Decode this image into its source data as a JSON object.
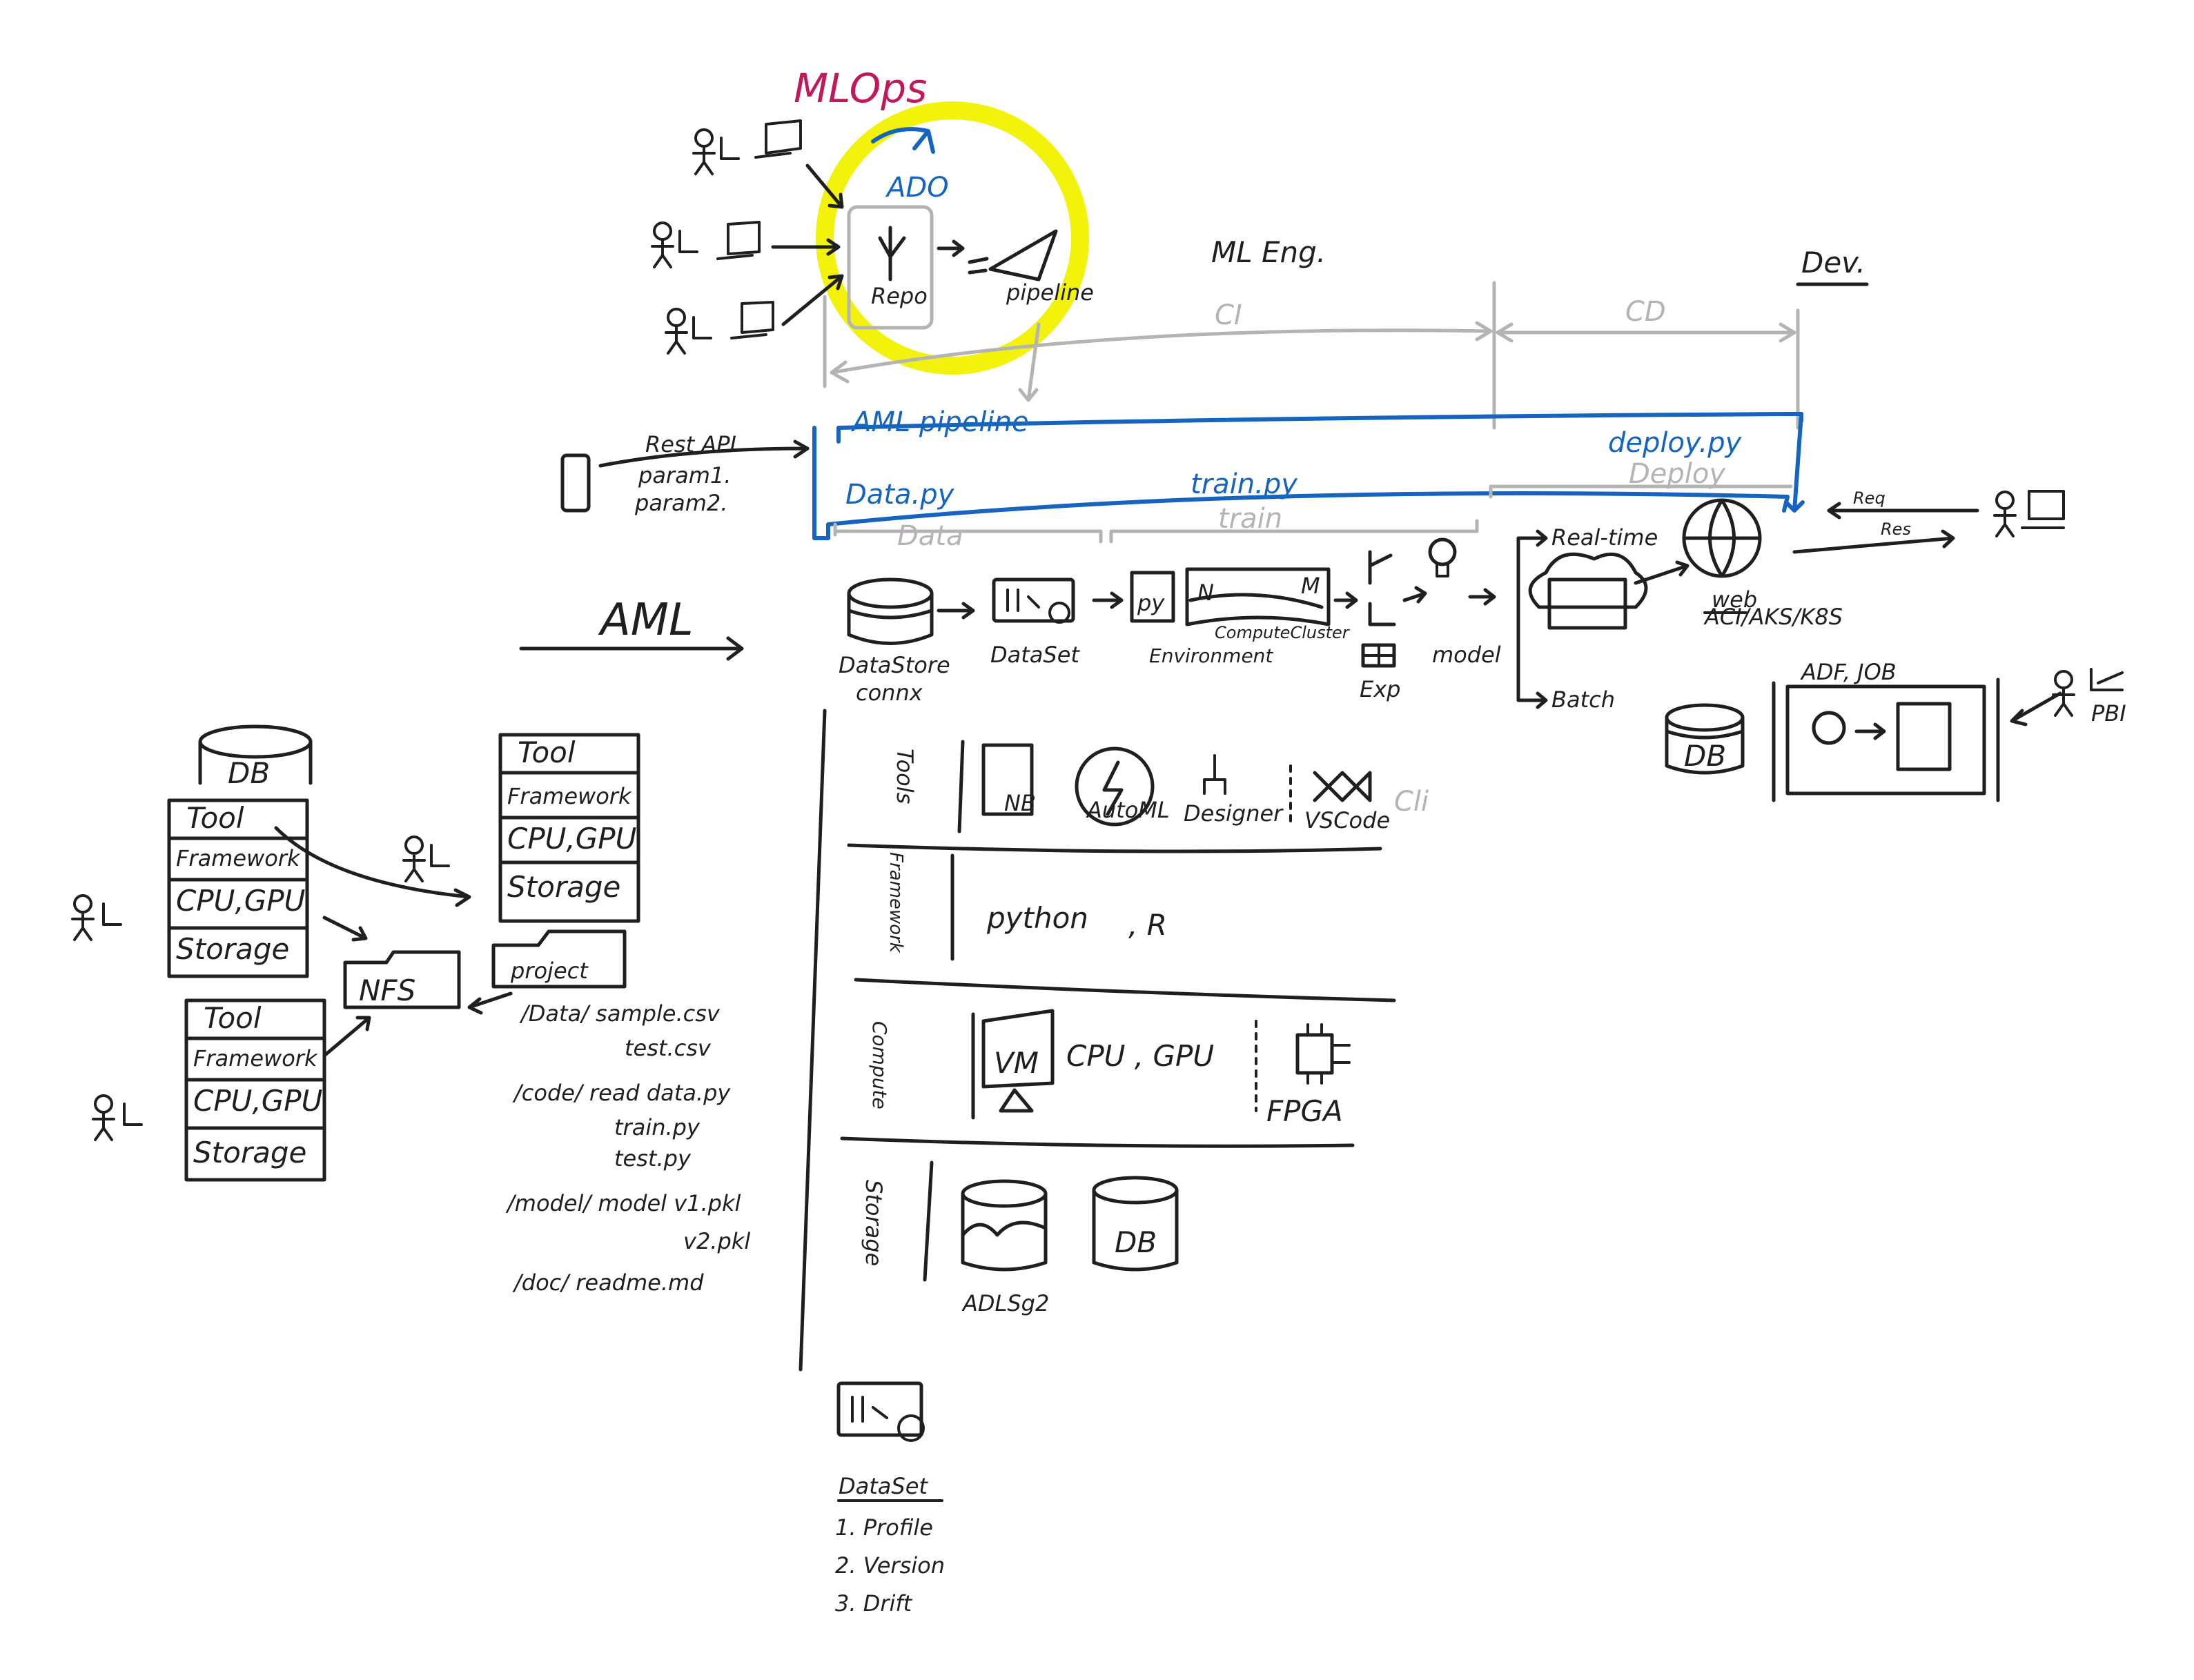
{
  "colors": {
    "ink": "#1f1f1f",
    "grey": "#b4b4b4",
    "blue": "#1565c0",
    "highlight": "#f2f20a",
    "magenta": "#c2185b"
  },
  "top": {
    "mlops": "MLOps",
    "ado": "ADO",
    "repo": "Repo",
    "pipeline": "pipeline",
    "ml_eng": "ML Eng.",
    "dev": "Dev.",
    "ci": "CI",
    "cd": "CD"
  },
  "aml_pipeline": {
    "title": "AML pipeline",
    "data_py": "Data.py",
    "train_py": "train.py",
    "deploy_py": "deploy.py",
    "rest_api": "Rest API",
    "param1": "param1.",
    "param2": "param2.",
    "stage_data": "Data",
    "stage_train": "train",
    "stage_deploy": "Deploy"
  },
  "flow": {
    "aml": "AML",
    "datastore": "DataStore",
    "connx": "connx",
    "dataset": "DataSet",
    "py": "py",
    "n": "N",
    "m": "M",
    "compute_cluster": "ComputeCluster",
    "environment": "Environment",
    "exp": "Exp",
    "model": "model",
    "real_time": "Real-time",
    "batch": "Batch",
    "web": "web",
    "aci": "ACI/AKS/K8S",
    "req": "Req",
    "res": "Res",
    "adf_job": "ADF, JOB",
    "db": "DB",
    "pbi": "PBI"
  },
  "stacks": {
    "db_label": "DB",
    "layers": [
      "Tool",
      "Framework",
      "CPU,GPU",
      "Storage"
    ],
    "nfs": "NFS",
    "project": "project"
  },
  "files": [
    "/Data/ sample.csv",
    "test.csv",
    "/code/ read data.py",
    "train.py",
    "test.py",
    "/model/ model v1.pkl",
    "v2.pkl",
    "/doc/ readme.md"
  ],
  "workspace": {
    "tools": "Tools",
    "nb": "NB",
    "automl": "AutoML",
    "designer": "Designer",
    "vscode": "VSCode",
    "cli": "Cli",
    "framework": "Framework",
    "python": "python",
    "r": ", R",
    "compute": "Compute",
    "vm": "VM",
    "cpu_gpu": "CPU , GPU",
    "fpga": "FPGA",
    "storage": "Storage",
    "adls": "ADLSg2",
    "db": "DB"
  },
  "dataset_notes": {
    "title": "DataSet",
    "items": [
      "1. Profile",
      "2. Version",
      "3. Drift"
    ]
  }
}
